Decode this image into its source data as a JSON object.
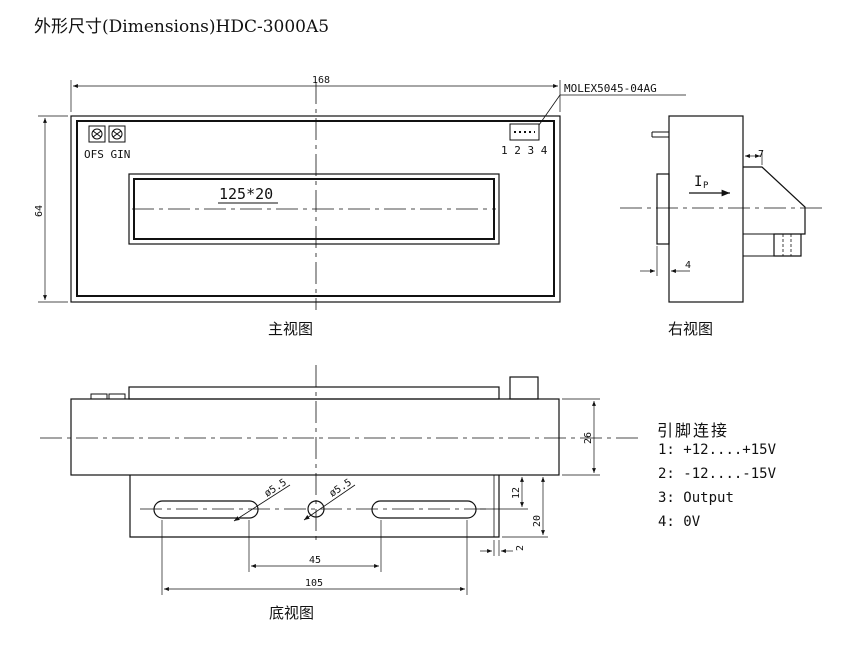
{
  "title": "外形尺寸(Dimensions)HDC-3000A5",
  "connector": {
    "model": "MOLEX5045-04AG",
    "pin_numbers": "1 2 3 4"
  },
  "front_view": {
    "caption": "主视图",
    "width_label": "168",
    "height_label": "64",
    "display_label": "125*20",
    "adjust_labels": "OFS GIN"
  },
  "right_view": {
    "caption": "右视图",
    "dim_a": "7",
    "dim_b": "4",
    "current_label": "I",
    "current_sub": "P"
  },
  "bottom_view": {
    "caption": "底视图",
    "hole_label_1": "ø5.5",
    "hole_label_2": "ø5.5",
    "dim_45": "45",
    "dim_105": "105",
    "dim_26": "26",
    "dim_12": "12",
    "dim_20": "20",
    "dim_2": "2"
  },
  "pinout": {
    "title": "引脚连接",
    "pins": [
      {
        "no": "1:",
        "text": "+12....+15V"
      },
      {
        "no": "2:",
        "text": "-12....-15V"
      },
      {
        "no": "3:",
        "text": "Output"
      },
      {
        "no": "4:",
        "text": "0V"
      }
    ]
  }
}
